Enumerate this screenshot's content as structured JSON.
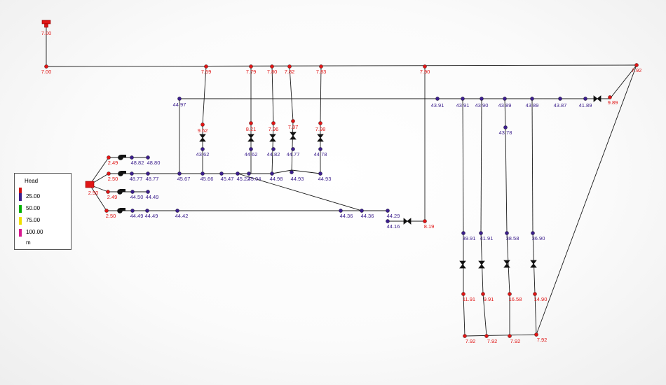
{
  "legend": {
    "title": "Head",
    "items": [
      {
        "label": "25.00",
        "color": "#3b1e8c"
      },
      {
        "label": "50.00",
        "color": "#00b000"
      },
      {
        "label": "75.00",
        "color": "#f0e000"
      },
      {
        "label": "100.00",
        "color": "#d81890"
      }
    ],
    "unit": "m",
    "first_color": "#d01010"
  },
  "colors": {
    "low": "#e01515",
    "mid": "#3b1e8c",
    "pipe": "#1a1a1a"
  },
  "nodes": [
    {
      "id": "n1",
      "label": "7.00",
      "c": "r"
    },
    {
      "id": "n2",
      "label": "7.59",
      "c": "r"
    },
    {
      "id": "n3",
      "label": "7.79",
      "c": "r"
    },
    {
      "id": "n4",
      "label": "7.80",
      "c": "r"
    },
    {
      "id": "n5",
      "label": "7.82",
      "c": "r"
    },
    {
      "id": "n6",
      "label": "7.83",
      "c": "r"
    },
    {
      "id": "n7",
      "label": "7.90",
      "c": "r"
    },
    {
      "id": "n8",
      "label": "7.92",
      "c": "r"
    },
    {
      "id": "n9",
      "label": "44.97",
      "c": "p"
    },
    {
      "id": "n10",
      "label": "43.91",
      "c": "p"
    },
    {
      "id": "n11",
      "label": "43.91",
      "c": "p"
    },
    {
      "id": "n12",
      "label": "43.90",
      "c": "p"
    },
    {
      "id": "n13",
      "label": "43.89",
      "c": "p"
    },
    {
      "id": "n14",
      "label": "43.89",
      "c": "p"
    },
    {
      "id": "n15",
      "label": "43.87",
      "c": "p"
    },
    {
      "id": "n16",
      "label": "41.89",
      "c": "p"
    },
    {
      "id": "n17",
      "label": "9.89",
      "c": "r"
    },
    {
      "id": "n18",
      "label": "9.62",
      "c": "r"
    },
    {
      "id": "n19",
      "label": "8.21",
      "c": "r"
    },
    {
      "id": "n20",
      "label": "7.96",
      "c": "r"
    },
    {
      "id": "n21",
      "label": "7.97",
      "c": "r"
    },
    {
      "id": "n22",
      "label": "7.98",
      "c": "r"
    },
    {
      "id": "n23",
      "label": "43.62",
      "c": "p"
    },
    {
      "id": "n24",
      "label": "44.62",
      "c": "p"
    },
    {
      "id": "n25",
      "label": "44.82",
      "c": "p"
    },
    {
      "id": "n26",
      "label": "44.77",
      "c": "p"
    },
    {
      "id": "n27",
      "label": "44.78",
      "c": "p"
    },
    {
      "id": "n28",
      "label": "43.78",
      "c": "p"
    },
    {
      "id": "n29",
      "label": "2.49",
      "c": "r"
    },
    {
      "id": "n30",
      "label": "48.82",
      "c": "p"
    },
    {
      "id": "n31",
      "label": "48.80",
      "c": "p"
    },
    {
      "id": "n32",
      "label": "2.50",
      "c": "r"
    },
    {
      "id": "n33",
      "label": "48.77",
      "c": "p"
    },
    {
      "id": "n34",
      "label": "48.77",
      "c": "p"
    },
    {
      "id": "n35",
      "label": "45.67",
      "c": "p"
    },
    {
      "id": "n36",
      "label": "45.66",
      "c": "p"
    },
    {
      "id": "n37",
      "label": "45.47",
      "c": "p"
    },
    {
      "id": "n38",
      "label": "45.22",
      "c": "p"
    },
    {
      "id": "n39",
      "label": "45.04",
      "c": "p"
    },
    {
      "id": "n40",
      "label": "44.98",
      "c": "p"
    },
    {
      "id": "n41",
      "label": "44.93",
      "c": "p"
    },
    {
      "id": "n42",
      "label": "44.93",
      "c": "p"
    },
    {
      "id": "n43",
      "label": "2.49",
      "c": "r"
    },
    {
      "id": "n44",
      "label": "44.50",
      "c": "p"
    },
    {
      "id": "n45",
      "label": "44.49",
      "c": "p"
    },
    {
      "id": "n46",
      "label": "2.50",
      "c": "r"
    },
    {
      "id": "n47",
      "label": "44.49",
      "c": "p"
    },
    {
      "id": "n48",
      "label": "44.49",
      "c": "p"
    },
    {
      "id": "n49",
      "label": "44.42",
      "c": "p"
    },
    {
      "id": "n50",
      "label": "44.36",
      "c": "p"
    },
    {
      "id": "n51",
      "label": "44.36",
      "c": "p"
    },
    {
      "id": "n52",
      "label": "44.29",
      "c": "p"
    },
    {
      "id": "n53",
      "label": "44.16",
      "c": "p"
    },
    {
      "id": "n54",
      "label": "8.19",
      "c": "r"
    },
    {
      "id": "n55",
      "label": "39.91",
      "c": "p"
    },
    {
      "id": "n56",
      "label": "41.91",
      "c": "p"
    },
    {
      "id": "n57",
      "label": "38.58",
      "c": "p"
    },
    {
      "id": "n58",
      "label": "36.90",
      "c": "p"
    },
    {
      "id": "n59",
      "label": "11.91",
      "c": "r"
    },
    {
      "id": "n60",
      "label": "9.91",
      "c": "r"
    },
    {
      "id": "n61",
      "label": "16.58",
      "c": "r"
    },
    {
      "id": "n62",
      "label": "14.90",
      "c": "r"
    },
    {
      "id": "n63",
      "label": "7.92",
      "c": "r"
    },
    {
      "id": "n64",
      "label": "7.92",
      "c": "r"
    },
    {
      "id": "n65",
      "label": "7.92",
      "c": "r"
    },
    {
      "id": "n66",
      "label": "7.92",
      "c": "r"
    }
  ],
  "tank": {
    "label": "7.00"
  },
  "reservoir": {
    "label": "2.50"
  }
}
